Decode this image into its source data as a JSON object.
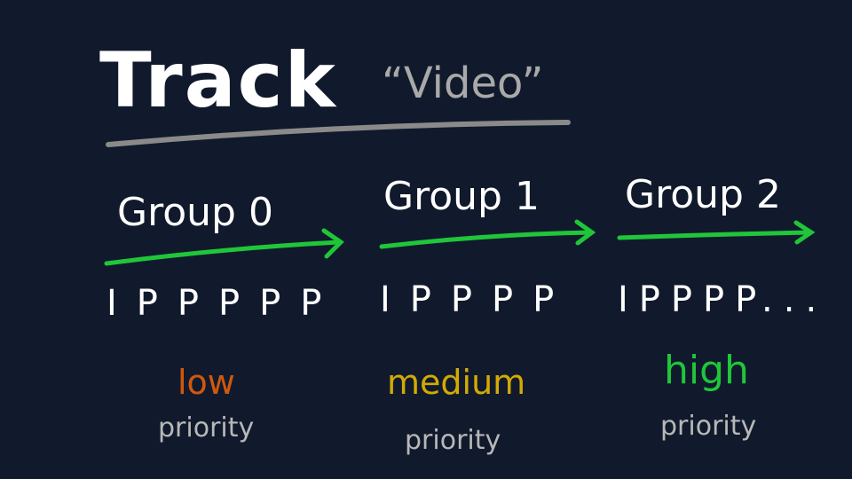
{
  "title": "Track",
  "subtitle": "“Video”",
  "groups": [
    {
      "label": "Group 0",
      "frames": "IPPPPP",
      "priority": "low",
      "priority_word": "priority",
      "priority_color": "#d0580e"
    },
    {
      "label": "Group 1",
      "frames": "IPPPP",
      "priority": "medium",
      "priority_word": "priority",
      "priority_color": "#d2aa05"
    },
    {
      "label": "Group 2",
      "frames": "IPPPP...",
      "priority": "high",
      "priority_word": "priority",
      "priority_color": "#1fc63a"
    }
  ],
  "colors": {
    "background": "#111a2c",
    "arrow": "#1fc63a",
    "underline": "#8a8a8a",
    "text": "#ffffff",
    "muted": "#b8b8b8"
  }
}
